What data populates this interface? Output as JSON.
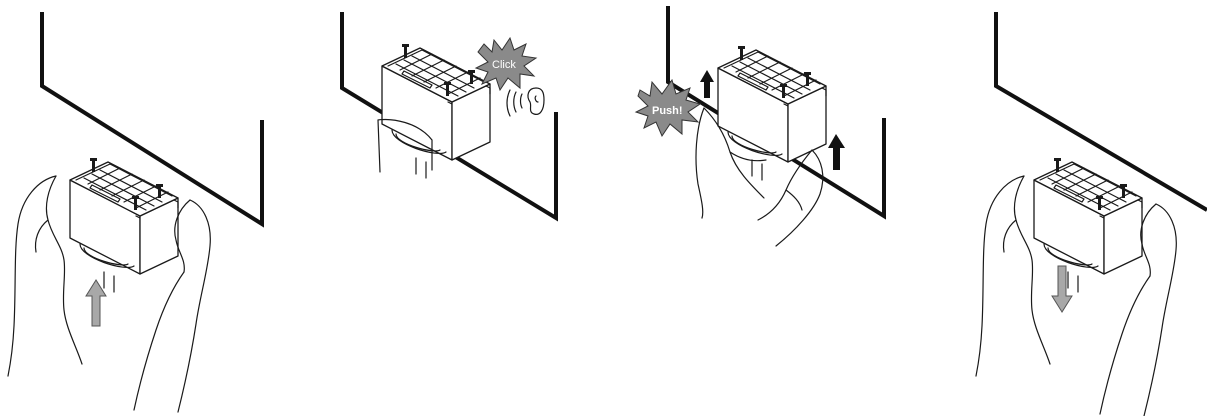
{
  "callouts": {
    "click": "Click",
    "push": "Push!"
  },
  "steps": [
    {
      "name": "insert-module",
      "arrow": "up",
      "arrow_style": "grey"
    },
    {
      "name": "module-clicks-in",
      "sound": "ear-icon"
    },
    {
      "name": "push-module-up",
      "arrow": "up",
      "arrow_style": "black"
    },
    {
      "name": "remove-module",
      "arrow": "down",
      "arrow_style": "grey"
    }
  ],
  "colors": {
    "line": "#1a1a1a",
    "arrow_grey": "#a8a8a8",
    "burst_grey": "#8a8a8a"
  }
}
